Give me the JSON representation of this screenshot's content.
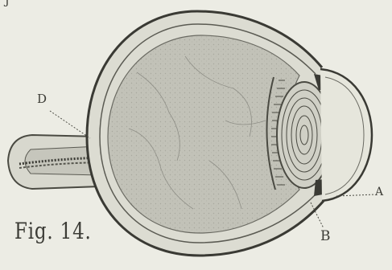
{
  "figure": {
    "caption": "Fig. 14.",
    "labels": {
      "a": "A",
      "b": "B",
      "d": "D",
      "corner_fragment": "J"
    }
  },
  "colors": {
    "paper": "#ecece4",
    "ink": "#3c3c36",
    "vitreous": "#bdbdb3",
    "wall": "#dcdcd2"
  }
}
